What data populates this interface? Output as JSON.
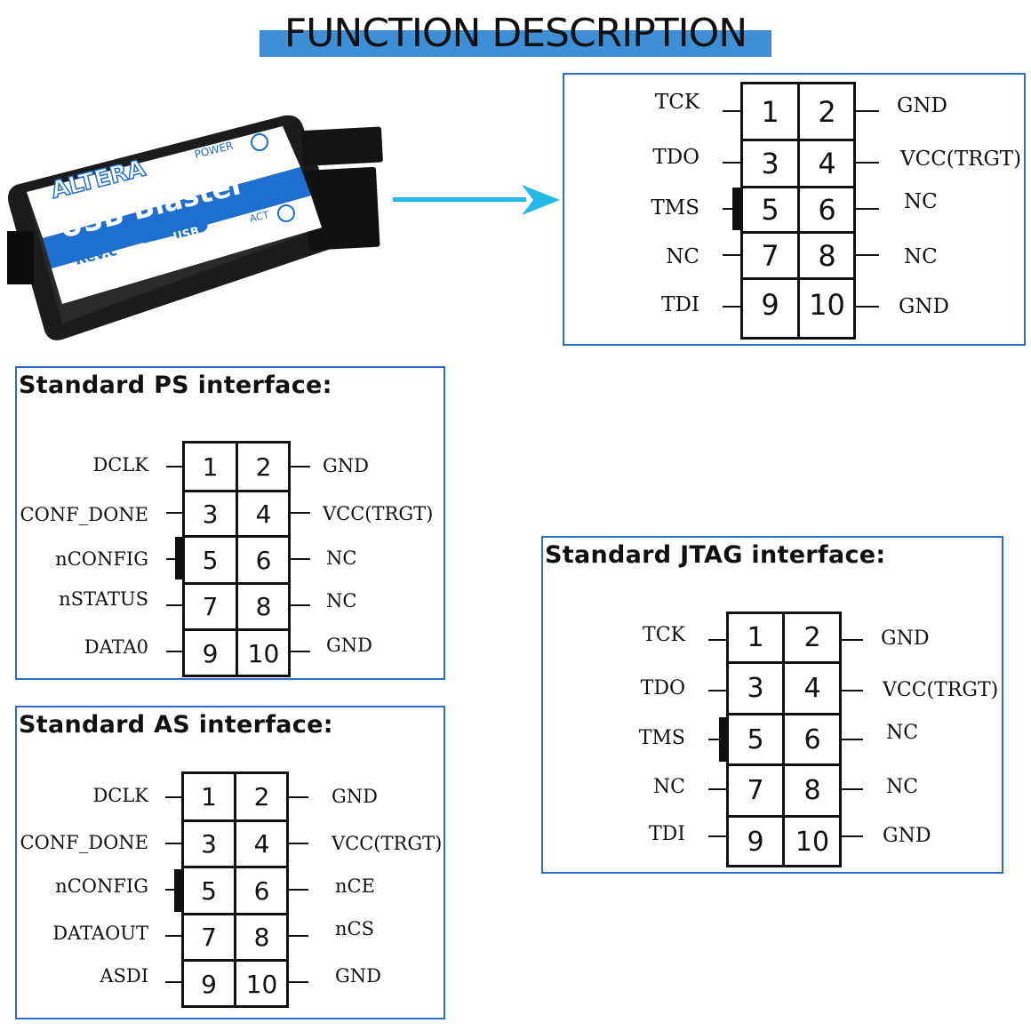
{
  "header": {
    "title": "FUNCTION DESCRIPTION"
  },
  "device": {
    "brand": "ALTERA",
    "name": "USB Blaster",
    "revision": "Rev.c",
    "usb_label": "USB",
    "power_label": "POWER",
    "act_label": "ACT"
  },
  "top_diagram": {
    "pins": [
      "1",
      "2",
      "3",
      "4",
      "5",
      "6",
      "7",
      "8",
      "9",
      "10"
    ],
    "left_signals": [
      "TCK",
      "TDO",
      "TMS",
      "NC",
      "TDI"
    ],
    "right_signals": [
      "GND",
      "VCC(TRGT)",
      "NC",
      "NC",
      "GND"
    ]
  },
  "ps": {
    "title": "Standard PS interface:",
    "pins": [
      "1",
      "2",
      "3",
      "4",
      "5",
      "6",
      "7",
      "8",
      "9",
      "10"
    ],
    "left_signals": [
      "DCLK",
      "CONF_DONE",
      "nCONFIG",
      "nSTATUS",
      "DATA0"
    ],
    "right_signals": [
      "GND",
      "VCC(TRGT)",
      "NC",
      "NC",
      "GND"
    ]
  },
  "as": {
    "title": "Standard AS interface:",
    "pins": [
      "1",
      "2",
      "3",
      "4",
      "5",
      "6",
      "7",
      "8",
      "9",
      "10"
    ],
    "left_signals": [
      "DCLK",
      "CONF_DONE",
      "nCONFIG",
      "DATAOUT",
      "ASDI"
    ],
    "right_signals": [
      "GND",
      "VCC(TRGT)",
      "nCE",
      "nCS",
      "GND"
    ]
  },
  "jtag": {
    "title": "Standard JTAG interface:",
    "pins": [
      "1",
      "2",
      "3",
      "4",
      "5",
      "6",
      "7",
      "8",
      "9",
      "10"
    ],
    "left_signals": [
      "TCK",
      "TDO",
      "TMS",
      "NC",
      "TDI"
    ],
    "right_signals": [
      "GND",
      "VCC(TRGT)",
      "NC",
      "NC",
      "GND"
    ]
  },
  "colors": {
    "panel_border": "#2f6bc9",
    "title_bar": "#3f8fd6",
    "arrow": "#22b8e8"
  }
}
